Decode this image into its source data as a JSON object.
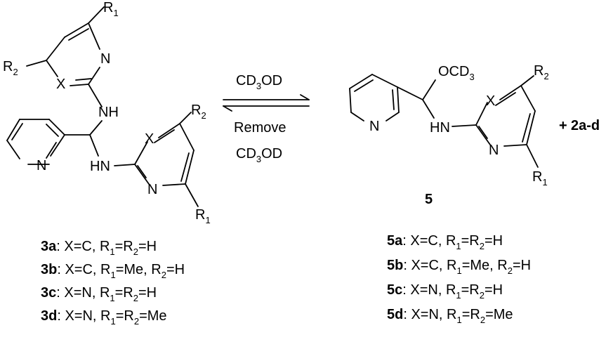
{
  "scheme": {
    "atoms": {
      "N": "N",
      "NH": "NH",
      "HN": "HN",
      "X": "X",
      "R": "R",
      "sub1": "1",
      "sub2": "2",
      "sub3": "3",
      "OCD": "OCD"
    },
    "arrow": {
      "above_prefix": "CD",
      "above_sub": "3",
      "above_suffix": "OD",
      "middle": "Remove",
      "below_prefix": "CD",
      "below_sub": "3",
      "below_suffix": "OD"
    },
    "product": {
      "compound_number": "5",
      "plus_text": "+",
      "coproduct": "2a-d"
    },
    "left_labels": [
      {
        "id": "3a",
        "text1": ": X=C, R",
        "s1": "1",
        "text2": "=R",
        "s2": "2",
        "text3": "=H"
      },
      {
        "id": "3b",
        "text1": ": X=C, R",
        "s1": "1",
        "text2": "=Me, R",
        "s2": "2",
        "text3": "=H"
      },
      {
        "id": "3c",
        "text1": ": X=N, R",
        "s1": "1",
        "text2": "=R",
        "s2": "2",
        "text3": "=H"
      },
      {
        "id": "3d",
        "text1": ": X=N, R",
        "s1": "1",
        "text2": "=R",
        "s2": "2",
        "text3": "=Me"
      }
    ],
    "right_labels": [
      {
        "id": "5a",
        "text1": ": X=C, R",
        "s1": "1",
        "text2": "=R",
        "s2": "2",
        "text3": "=H"
      },
      {
        "id": "5b",
        "text1": ": X=C, R",
        "s1": "1",
        "text2": "=Me, R",
        "s2": "2",
        "text3": "=H"
      },
      {
        "id": "5c",
        "text1": ": X=N, R",
        "s1": "1",
        "text2": "=R",
        "s2": "2",
        "text3": "=H"
      },
      {
        "id": "5d",
        "text1": ": X=N, R",
        "s1": "1",
        "text2": "=R",
        "s2": "2",
        "text3": "=Me"
      }
    ]
  }
}
